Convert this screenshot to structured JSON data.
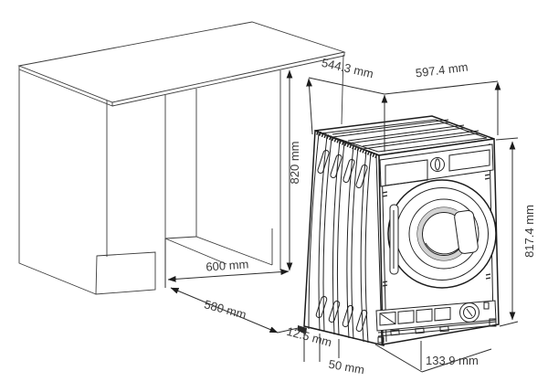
{
  "diagram": {
    "labels": {
      "niche_height": "820 mm",
      "top_depth": "544.3 mm",
      "top_width": "597.4 mm",
      "machine_height": "817.4 mm",
      "niche_width": "600 mm",
      "niche_depth": "580 mm",
      "side_gap": "12.5 mm",
      "plinth_recess": "50 mm",
      "plinth_height": "133.9 mm"
    },
    "colors": {
      "line": "#2e2e2e",
      "label": "#3a3a3a",
      "accent": "#bf7120",
      "shading": "#d2d2d2",
      "background": "#ffffff"
    }
  }
}
